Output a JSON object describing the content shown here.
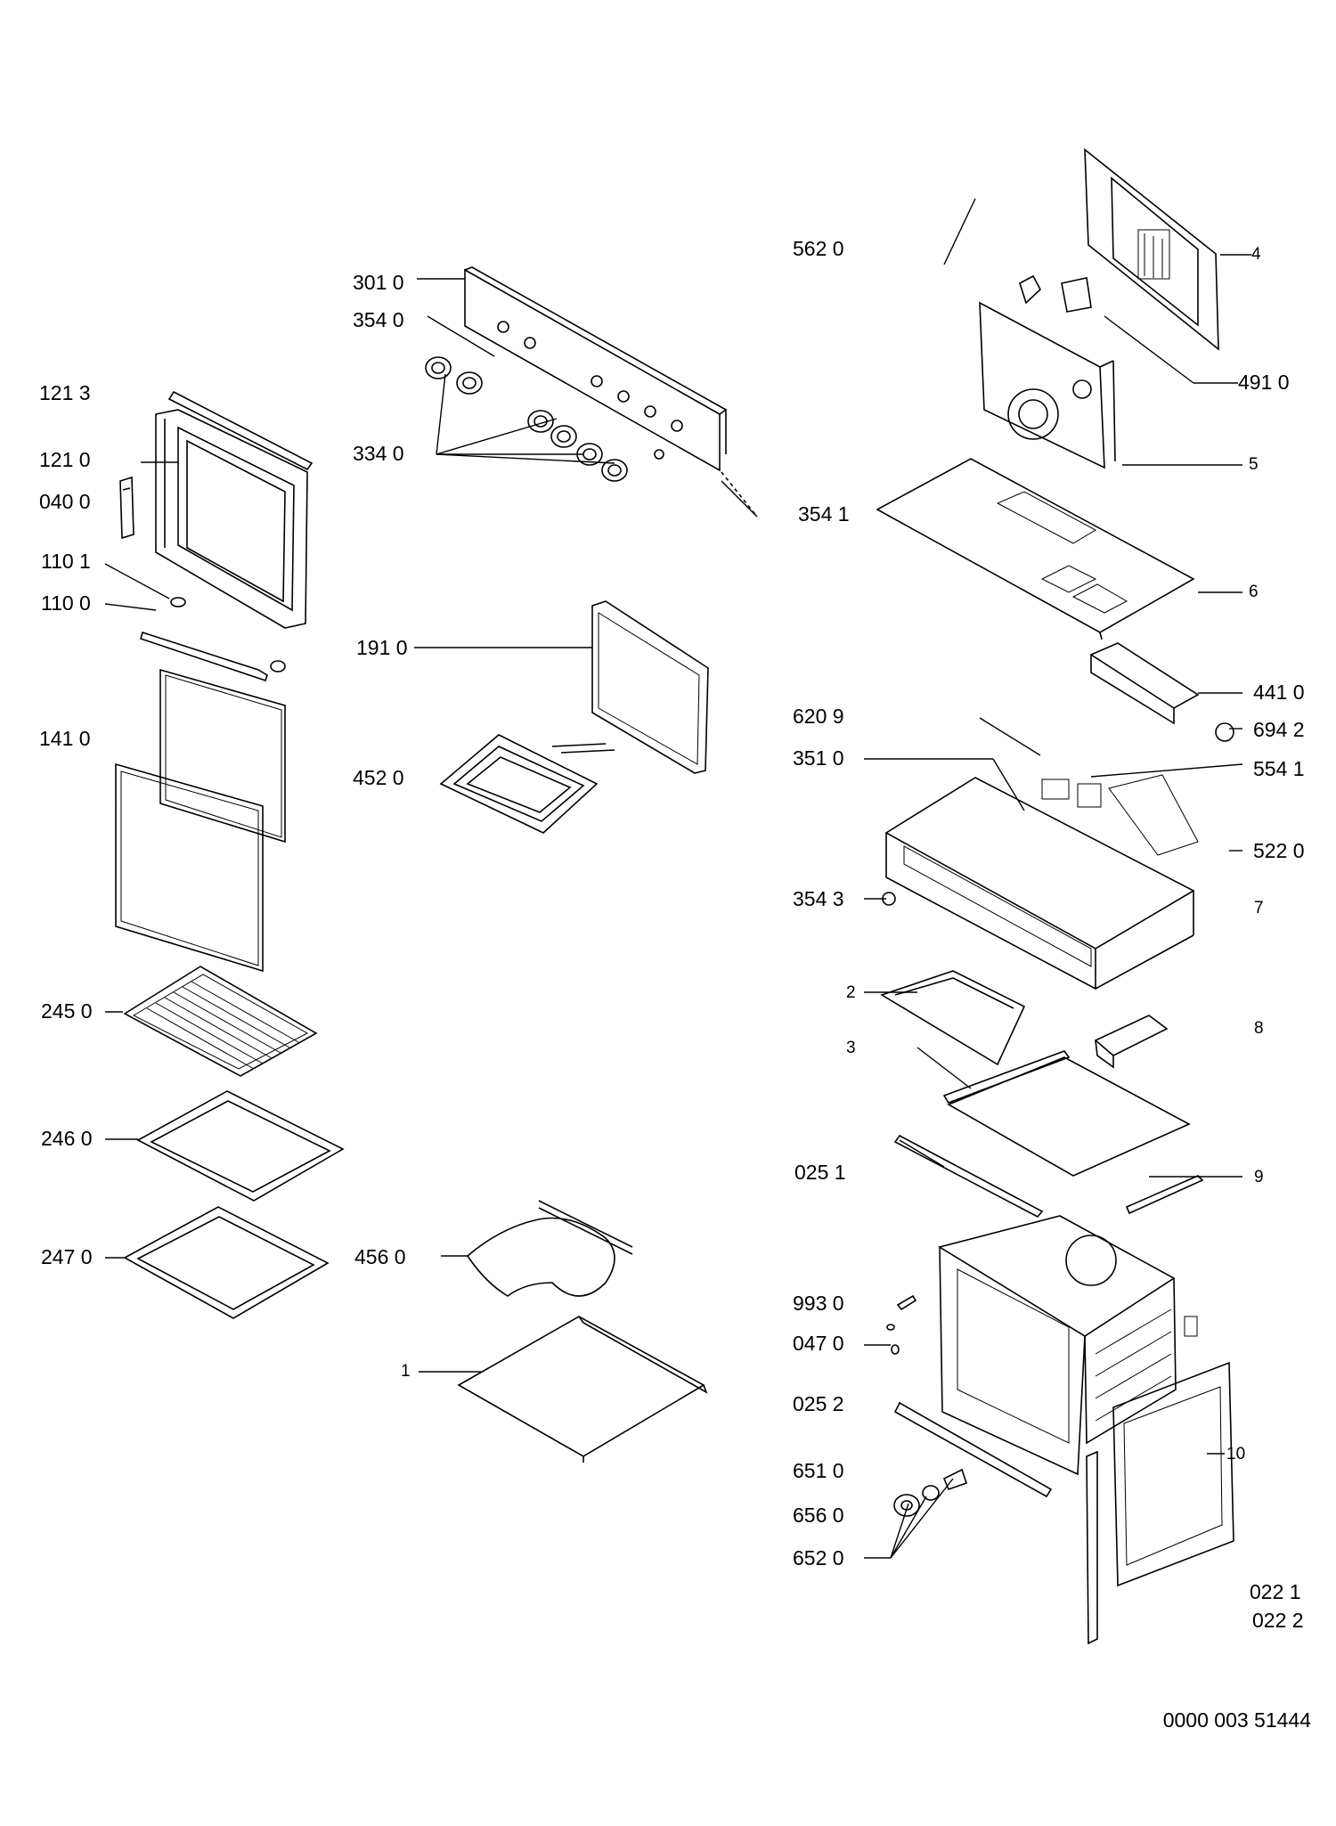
{
  "diagram": {
    "document_id": "0000 003 51444",
    "labels": {
      "p562_0": "562 0",
      "p4": "4",
      "p491_0": "491 0",
      "p5": "5",
      "p354_1": "354 1",
      "p6": "6",
      "p441_0": "441 0",
      "p694_2": "694 2",
      "p620_9": "620 9",
      "p351_0": "351 0",
      "p554_1": "554 1",
      "p522_0": "522 0",
      "p354_3": "354 3",
      "p7": "7",
      "p2": "2",
      "p3": "3",
      "p8": "8",
      "p025_1": "025 1",
      "p9": "9",
      "p993_0": "993 0",
      "p047_0": "047 0",
      "p025_2": "025 2",
      "p10": "10",
      "p651_0": "651 0",
      "p656_0": "656 0",
      "p652_0": "652 0",
      "p022_1": "022 1",
      "p022_2": "022 2",
      "p301_0": "301 0",
      "p354_0": "354 0",
      "p334_0": "334 0",
      "p121_3": "121 3",
      "p121_0": "121 0",
      "p040_0": "040 0",
      "p110_1": "110 1",
      "p110_0": "110 0",
      "p141_0": "141 0",
      "p191_0": "191 0",
      "p452_0": "452 0",
      "p245_0": "245 0",
      "p246_0": "246 0",
      "p247_0": "247 0",
      "p456_0": "456 0",
      "p1": "1"
    }
  }
}
